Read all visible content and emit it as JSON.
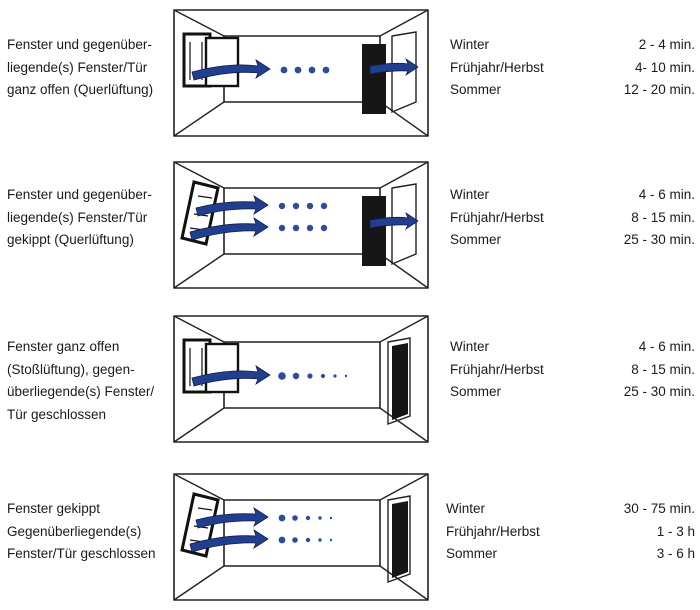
{
  "panels": [
    {
      "description_lines": [
        "Fenster und gegenüber-",
        "liegende(s) Fenster/Tür",
        "ganz offen (Querlüftung)"
      ],
      "times": [
        {
          "season": "Winter",
          "duration": "2 - 4 min."
        },
        {
          "season": "Frühjahr/Herbst",
          "duration": "4- 10 min."
        },
        {
          "season": "Sommer",
          "duration": "12 - 20 min."
        }
      ]
    },
    {
      "description_lines": [
        "Fenster und gegenüber-",
        "liegende(s) Fenster/Tür",
        "gekippt (Querlüftung)"
      ],
      "times": [
        {
          "season": "Winter",
          "duration": "4 - 6 min."
        },
        {
          "season": "Frühjahr/Herbst",
          "duration": "8 - 15 min."
        },
        {
          "season": "Sommer",
          "duration": "25 - 30 min."
        }
      ]
    },
    {
      "description_lines": [
        "Fenster ganz offen",
        "(Stoßlüftung), gegen-",
        "überliegende(s) Fenster/",
        "Tür geschlossen"
      ],
      "times": [
        {
          "season": "Winter",
          "duration": "4 - 6 min."
        },
        {
          "season": "Frühjahr/Herbst",
          "duration": "8 - 15 min."
        },
        {
          "season": "Sommer",
          "duration": "25 - 30 min."
        }
      ]
    },
    {
      "description_lines": [
        "Fenster gekippt",
        "Gegenüberliegende(s)",
        "Fenster/Tür geschlossen"
      ],
      "times": [
        {
          "season": "Winter",
          "duration": "30 - 75 min."
        },
        {
          "season": "Frühjahr/Herbst",
          "duration": "1 - 3 h"
        },
        {
          "season": "Sommer",
          "duration": "3 - 6 h"
        }
      ]
    }
  ],
  "colors": {
    "airflow": "#223f8f",
    "door": "#161616"
  }
}
